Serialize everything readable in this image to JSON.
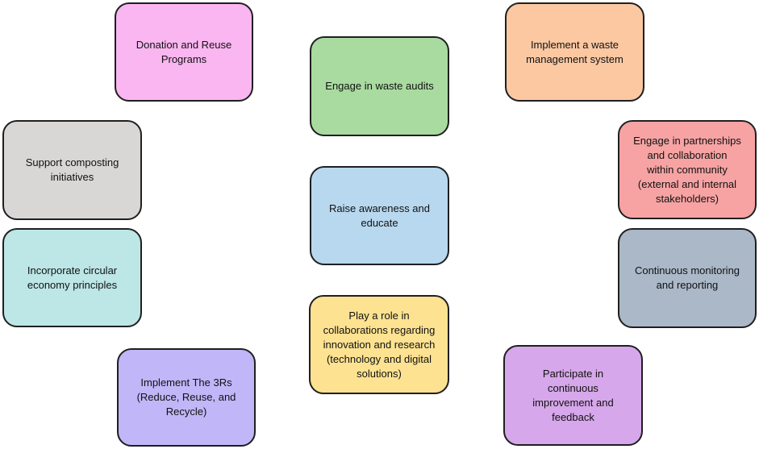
{
  "boxes": [
    {
      "id": "donation",
      "label": "Donation and Reuse\nPrograms",
      "color": "#f9b6f0"
    },
    {
      "id": "waste-audits",
      "label": "Engage in waste audits",
      "color": "#a9dba0"
    },
    {
      "id": "waste-management",
      "label": "Implement a waste\nmanagement system",
      "color": "#fbc8a2"
    },
    {
      "id": "composting",
      "label": "Support composting\ninitiatives",
      "color": "#d9d6d6"
    },
    {
      "id": "partnerships",
      "label": "Engage in partnerships\nand collaboration\nwithin community\n(external and internal\nstakeholders)",
      "color": "#f7a3a3"
    },
    {
      "id": "awareness",
      "label": "Raise awareness and\neducate",
      "color": "#b8d8ef"
    },
    {
      "id": "circular-economy",
      "label": "Incorporate circular\neconomy principles",
      "color": "#bde6e6"
    },
    {
      "id": "monitoring",
      "label": "Continuous monitoring\nand reporting",
      "color": "#aab8c8"
    },
    {
      "id": "innovation",
      "label": "Play a role in\ncollaborations regarding\ninnovation and research\n(technology and digital\nsolutions)",
      "color": "#fde291"
    },
    {
      "id": "three-rs",
      "label": "Implement The 3Rs\n(Reduce, Reuse, and\nRecycle)",
      "color": "#c0b6f8"
    },
    {
      "id": "improvement",
      "label": "Participate in\ncontinuous\nimprovement and\nfeedback",
      "color": "#d6a7ea"
    }
  ]
}
